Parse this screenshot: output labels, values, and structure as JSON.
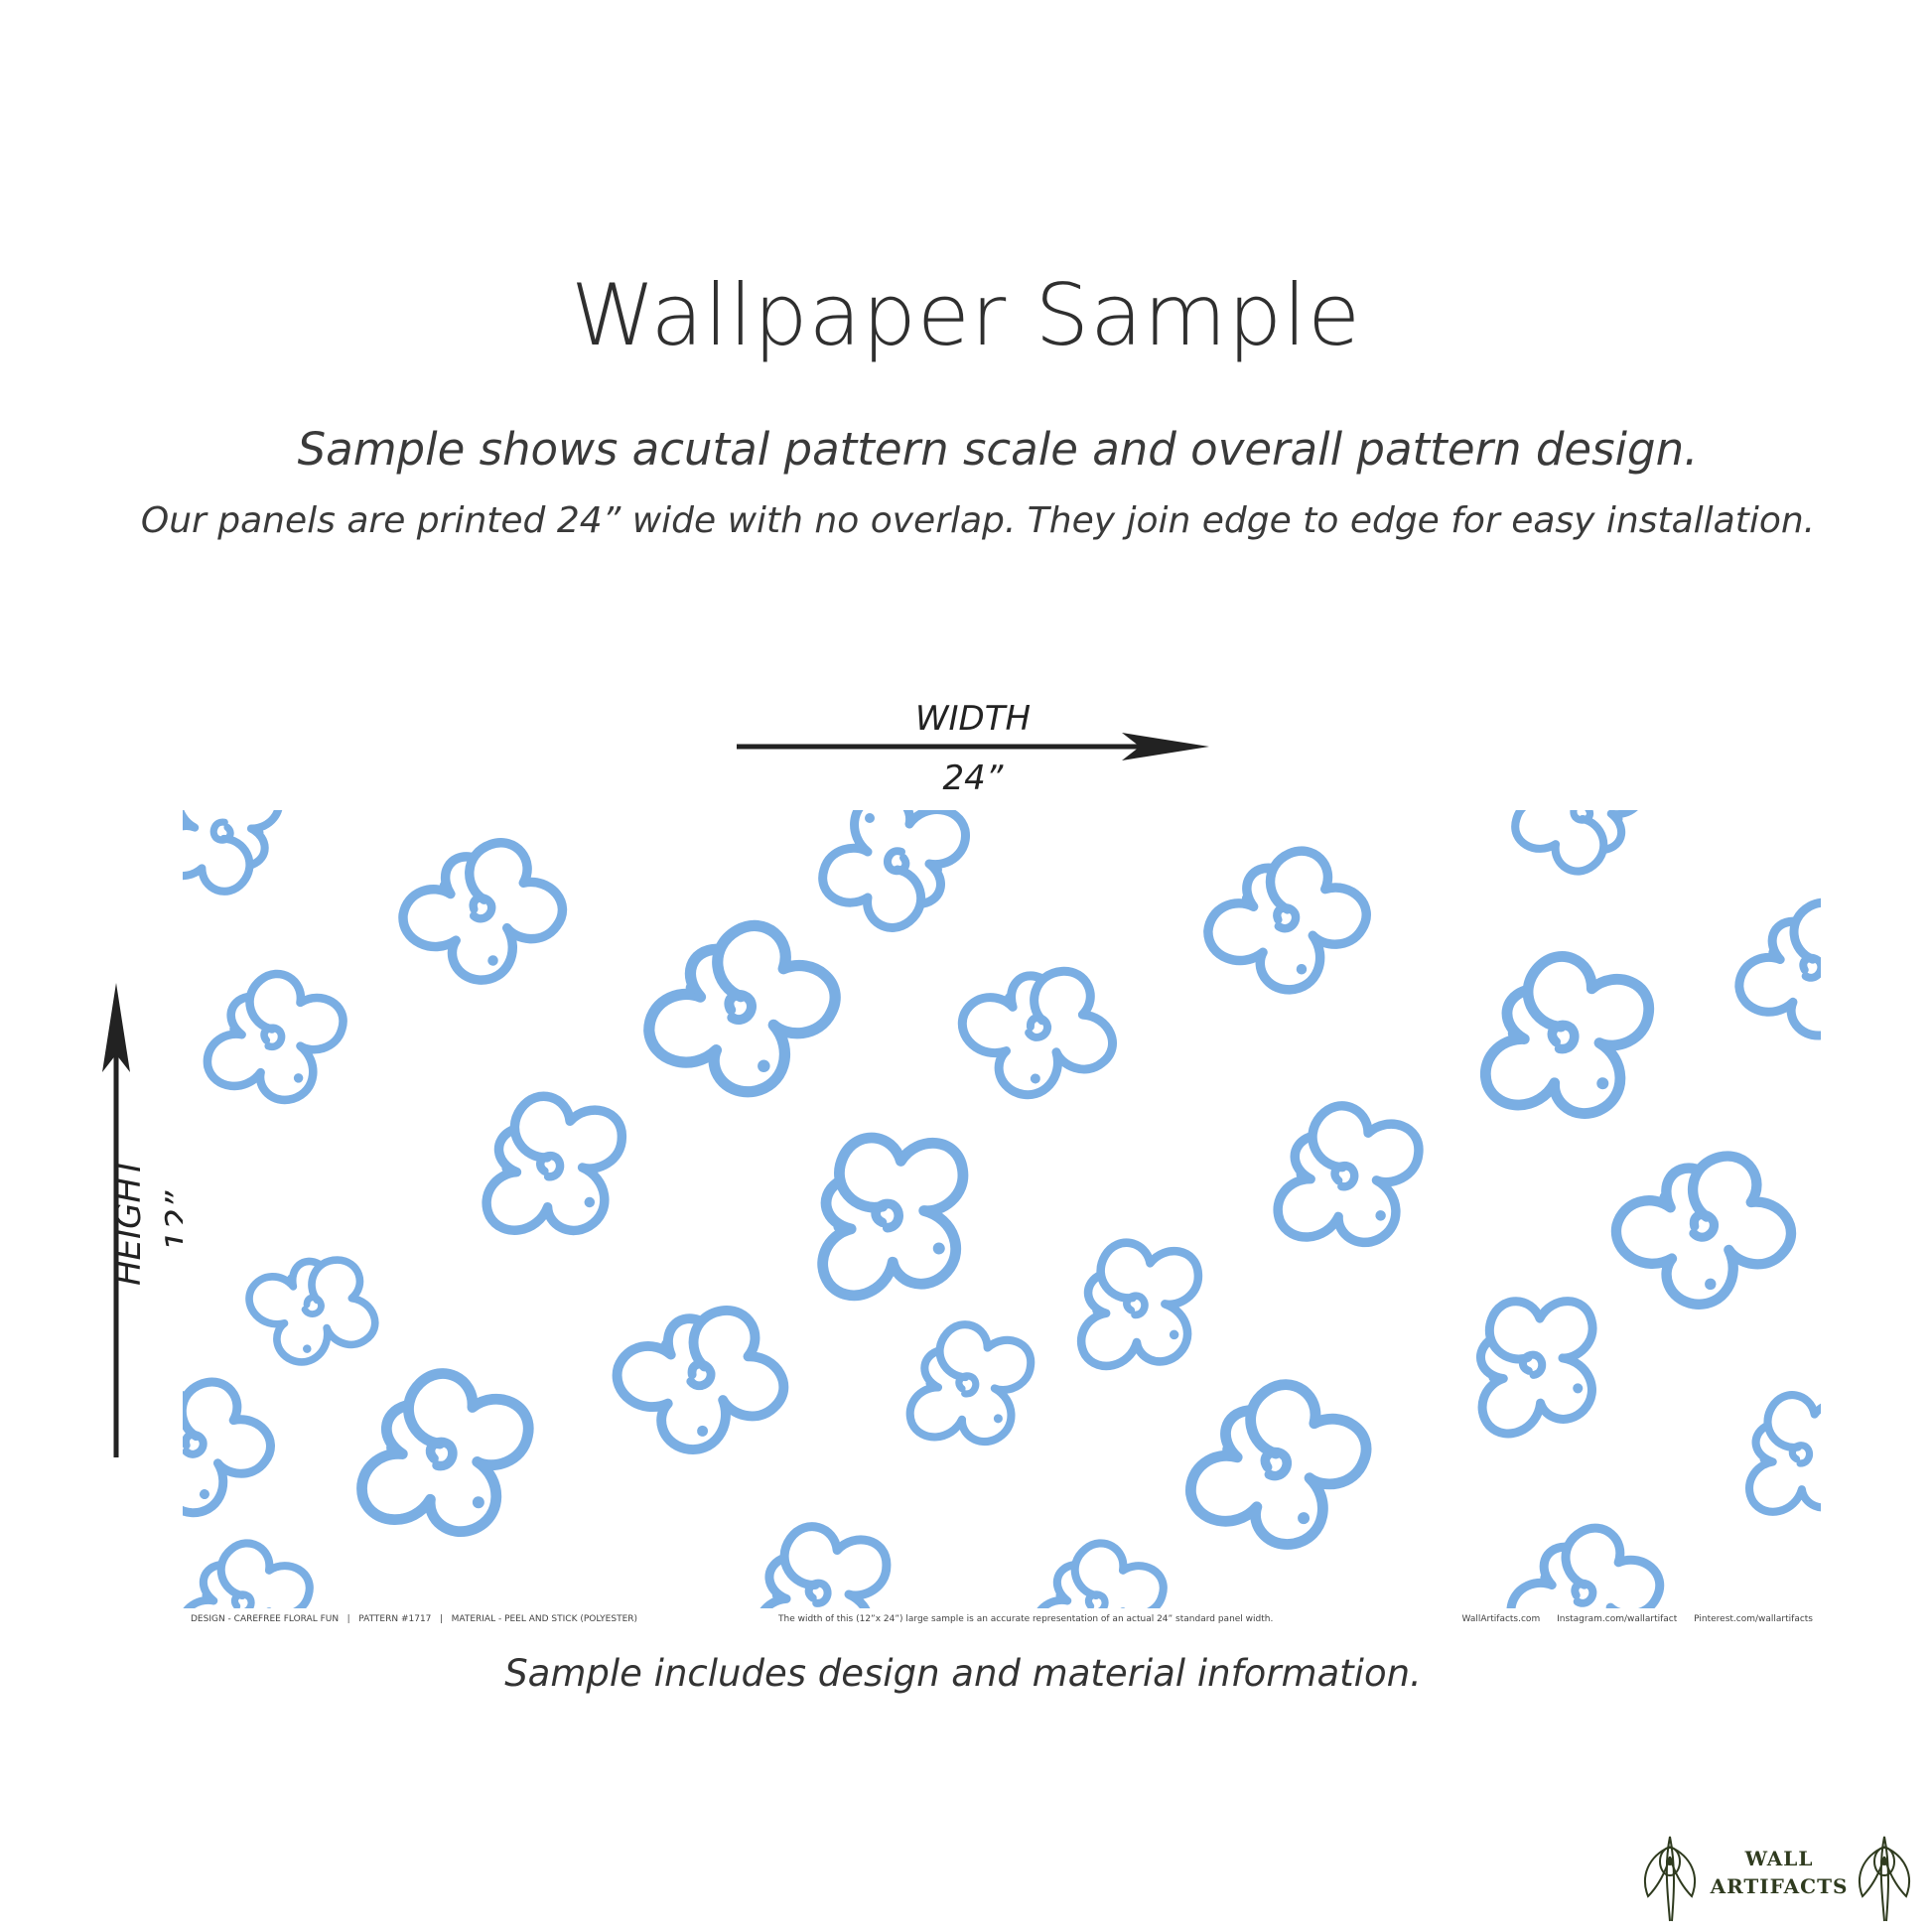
{
  "header": {
    "title": "Wallpaper Sample",
    "subtitle": "Sample shows acutal pattern scale and overall pattern design.",
    "note": "Our panels are printed 24” wide with no overlap. They join edge to edge for easy installation."
  },
  "dimensions": {
    "width_label": "WIDTH",
    "width_value": "24”",
    "height_label": "HEIGHT",
    "height_value": "12”"
  },
  "sample_info": {
    "design": "DESIGN - CAREFREE FLORAL FUN",
    "pattern": "PATTERN #1717",
    "material": "MATERIAL - PEEL AND STICK (POLYESTER)",
    "disclaimer": "The width of this (12”x 24”) large sample is an accurate representation of an actual 24” standard panel width.",
    "website": "WallArtifacts.com",
    "instagram": "Instagram.com/wallartifact",
    "pinterest": "Pinterest.com/wallartifacts"
  },
  "caption": "Sample includes design and material information.",
  "logo": {
    "line1": "WALL",
    "line2": "ARTIFACTS"
  },
  "colors": {
    "pattern": "#7aaee3",
    "text": "#333333",
    "logo": "#2f3b1f"
  }
}
